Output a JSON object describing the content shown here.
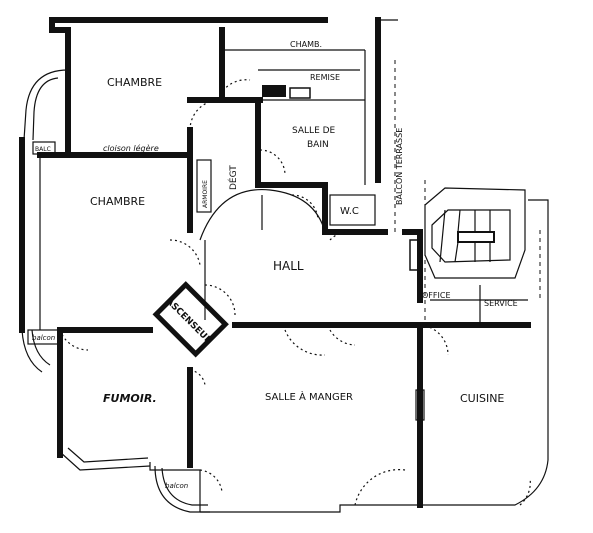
{
  "rooms": {
    "chambre_top": "CHAMBRE",
    "chambre_mid": "CHAMBRE",
    "fumoir": "FUMOIR.",
    "salle_a_manger": "SALLE À MANGER",
    "cuisine": "CUISINE",
    "hall": "HALL",
    "ascenseur": "ASCENSEUR",
    "degt": "DÉGT",
    "armoire": "ARMOIRE",
    "salle_de_bain_1": "SALLE DE",
    "salle_de_bain_2": "BAIN",
    "chambre_small": "CHAMB.",
    "remise": "REMISE",
    "wc": "W.C",
    "balcon_terrasse": "BALCON TERRASSE",
    "office": "OFFICE",
    "service": "SERVICE",
    "cloison_legere": "cloison légère",
    "balcon_left_top": "BALC",
    "balcon_left_mid": "balcon",
    "balcon_bottom": "balcon"
  },
  "colors": {
    "ink": "#111111",
    "paper": "#ffffff"
  }
}
